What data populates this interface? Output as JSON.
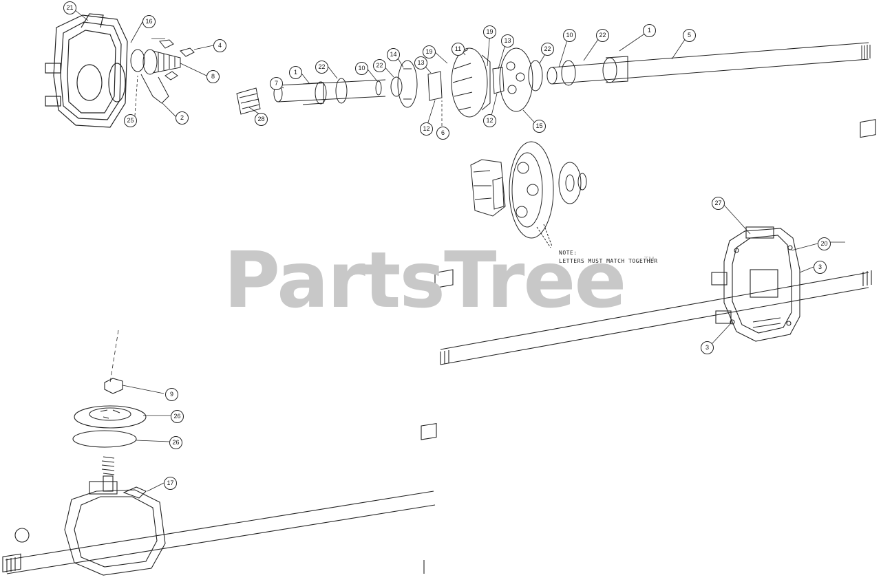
{
  "watermark": {
    "brand": "PartsTree",
    "trademark": "TM"
  },
  "note": {
    "line1": "NOTE:",
    "line2": "LETTERS MUST MATCH TOGETHER"
  },
  "callouts": [
    "21",
    "16",
    "4",
    "8",
    "2",
    "25",
    "7",
    "1",
    "22",
    "10",
    "22",
    "14",
    "13",
    "19",
    "11",
    "19",
    "13",
    "12",
    "6",
    "12",
    "15",
    "22",
    "10",
    "22",
    "1",
    "5",
    "28",
    "27",
    "20",
    "3",
    "3",
    "9",
    "26",
    "26",
    "17"
  ],
  "colors": {
    "line": "#222222",
    "watermark": "#c8c8c8"
  }
}
